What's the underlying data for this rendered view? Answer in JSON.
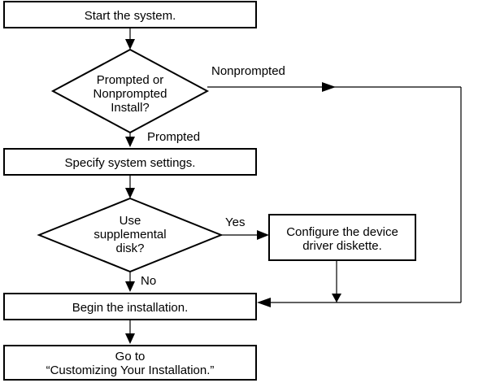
{
  "steps": {
    "start": "Start the system.",
    "decision_install": [
      "Prompted or",
      "Nonprompted",
      "Install?"
    ],
    "specify": "Specify system settings.",
    "decision_disk": [
      "Use",
      "supplemental",
      "disk?"
    ],
    "configure": [
      "Configure the device",
      "driver diskette."
    ],
    "begin": "Begin the installation.",
    "goto": [
      "Go to",
      "“Customizing Your Installation.”"
    ]
  },
  "edges": {
    "nonprompted": "Nonprompted",
    "prompted": "Prompted",
    "yes": "Yes",
    "no": "No"
  }
}
